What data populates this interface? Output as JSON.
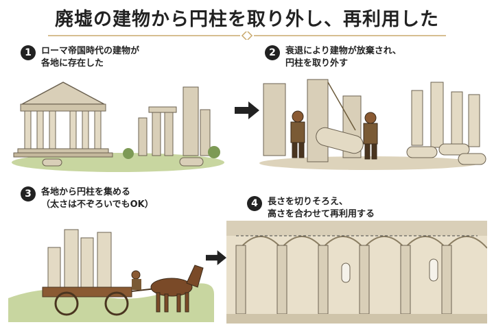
{
  "title": "廃墟の建物から円柱を取り外し、再利用した",
  "steps": [
    {
      "number": "1",
      "lines": [
        "ローマ帝国時代の建物が",
        "各地に存在した"
      ]
    },
    {
      "number": "2",
      "lines": [
        "衰退により建物が放棄され、",
        "円柱を取り外す"
      ]
    },
    {
      "number": "3",
      "lines": [
        "各地から円柱を集める",
        "（太さは不ぞろいでもOK）"
      ]
    },
    {
      "number": "4",
      "lines": [
        "長さを切りそろえ、",
        "高さを合わせて再利用する"
      ]
    }
  ],
  "colors": {
    "stone": "#d9cfb8",
    "stone_dark": "#a89a7c",
    "wood": "#8a5a33",
    "horse": "#7a4a28",
    "grass": "#7d9a55"
  }
}
